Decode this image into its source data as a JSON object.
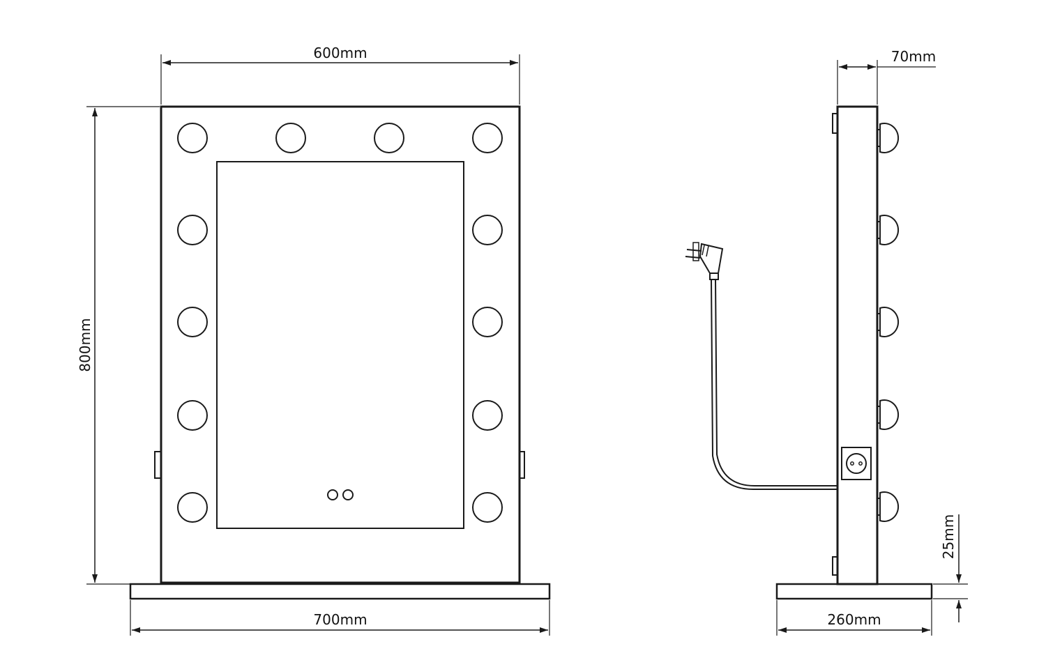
{
  "dimensions": {
    "width_top": "600mm",
    "width_base": "700mm",
    "height": "800mm",
    "depth_top": "70mm",
    "depth_base": "260mm",
    "base_thickness": "25mm"
  },
  "colors": {
    "line": "#1a1a1a",
    "background": "#ffffff"
  }
}
